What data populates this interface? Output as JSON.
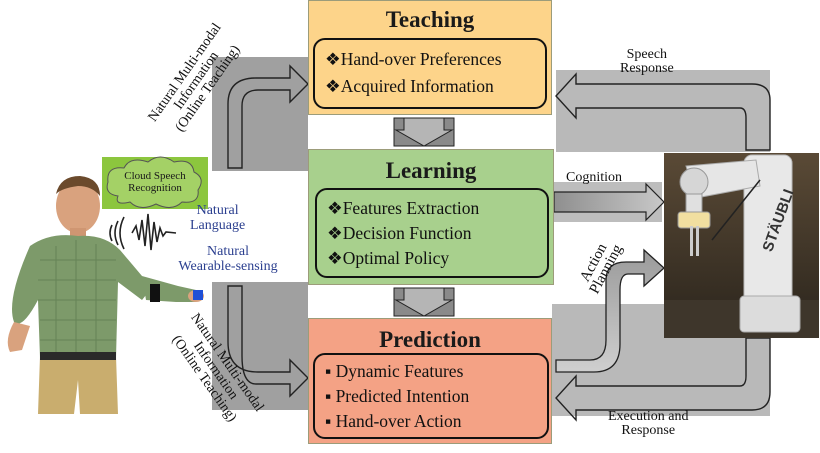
{
  "stages": {
    "teaching": {
      "title": "Teaching",
      "items": [
        "❖Hand-over Preferences",
        "❖Acquired Information"
      ]
    },
    "learning": {
      "title": "Learning",
      "items": [
        "❖Features Extraction",
        "❖Decision Function",
        "❖Optimal Policy"
      ]
    },
    "prediction": {
      "title": "Prediction",
      "items": [
        "▪ Dynamic Features",
        "▪ Predicted Intention",
        "▪ Hand-over Action"
      ]
    }
  },
  "labels": {
    "cloud": [
      "Cloud Speech",
      "Recognition"
    ],
    "natural_language": [
      "Natural",
      "Language"
    ],
    "natural_wearable": [
      "Natural",
      "Wearable-sensing"
    ],
    "top_left_rotated": [
      "Natural Multi-modal",
      "Information",
      "(Online Teaching)"
    ],
    "bottom_left_rotated": [
      "Natural Multi-modal",
      "Information",
      "(Online Teaching)"
    ],
    "speech_response": [
      "Speech",
      "Response"
    ],
    "cognition": "Cognition",
    "action_planning": [
      "Action",
      "Planning"
    ],
    "execution_response": [
      "Execution and",
      "Response"
    ],
    "robot_brand": "STÄUBLI"
  },
  "colors": {
    "teaching_fill": "#fdd48a",
    "learning_fill": "#a8d08d",
    "prediction_fill": "#f4a285",
    "arrow_gray": "#a9a9a9",
    "label_blue": "#2b3f8f"
  }
}
